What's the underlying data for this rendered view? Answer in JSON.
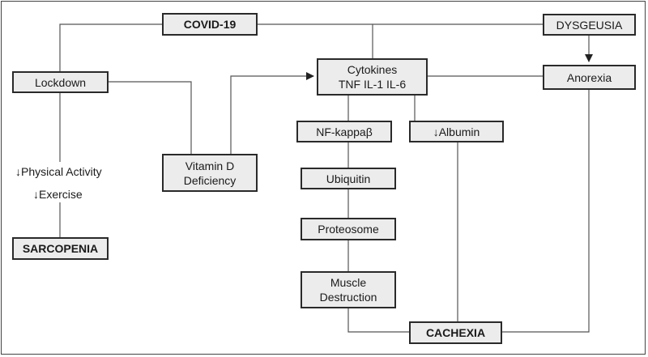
{
  "nodes": {
    "covid": "COVID-19",
    "dysgeusia": "DYSGEUSIA",
    "lockdown": "Lockdown",
    "cytokines_line1": "Cytokines",
    "cytokines_line2": "TNF IL-1 IL-6",
    "anorexia": "Anorexia",
    "nfkappa": "NF-kappaβ",
    "albumin": "↓Albumin",
    "vitamin_line1": "Vitamin D",
    "vitamin_line2": "Deficiency",
    "ubiquitin": "Ubiquitin",
    "proteosome": "Proteosome",
    "muscle_line1": "Muscle",
    "muscle_line2": "Destruction",
    "sarcopenia": "SARCOPENIA",
    "cachexia": "CACHEXIA"
  },
  "labels": {
    "physical_activity": "↓Physical Activity",
    "exercise": "↓Exercise"
  },
  "colors": {
    "box_fill": "#ececec",
    "box_border": "#2a2a2a",
    "line": "#555555",
    "arrow": "#222222"
  }
}
